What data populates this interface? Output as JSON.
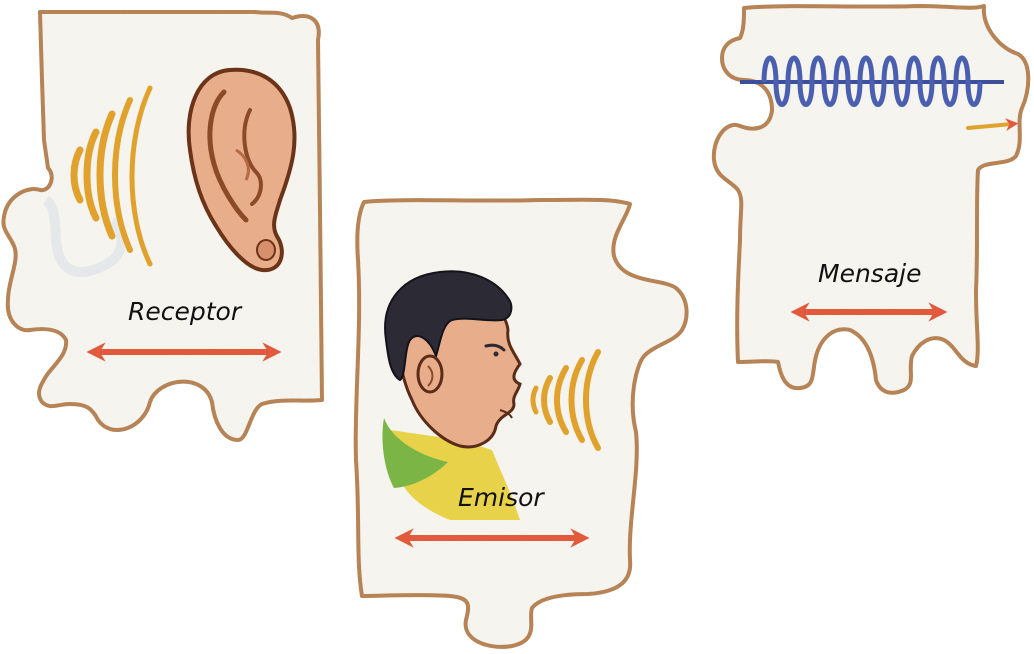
{
  "pieces": {
    "receptor": {
      "label": "Receptor"
    },
    "emisor": {
      "label": "Emisor"
    },
    "mensaje": {
      "label": "Mensaje"
    }
  },
  "colors": {
    "card_fill": "#f6f4ee",
    "card_border": "#b3793a",
    "arrow": "#e2593c",
    "sound_waves": "#e0a22c",
    "signal_wave": "#4a5fb0",
    "skin": "#e8ad8a",
    "hair": "#2b2a35",
    "shirt": "#e8d24a"
  }
}
